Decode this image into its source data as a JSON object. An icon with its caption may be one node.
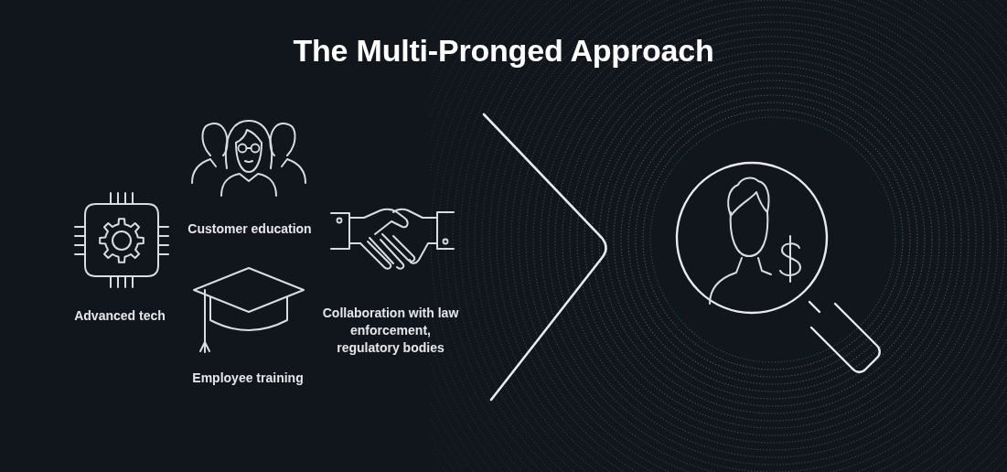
{
  "diagram": {
    "title": "The Multi-Pronged Approach",
    "labels": [
      "Customer education",
      "Advanced tech",
      "Collaboration with law enforcement, regulatory bodies",
      "Employee training"
    ]
  }
}
